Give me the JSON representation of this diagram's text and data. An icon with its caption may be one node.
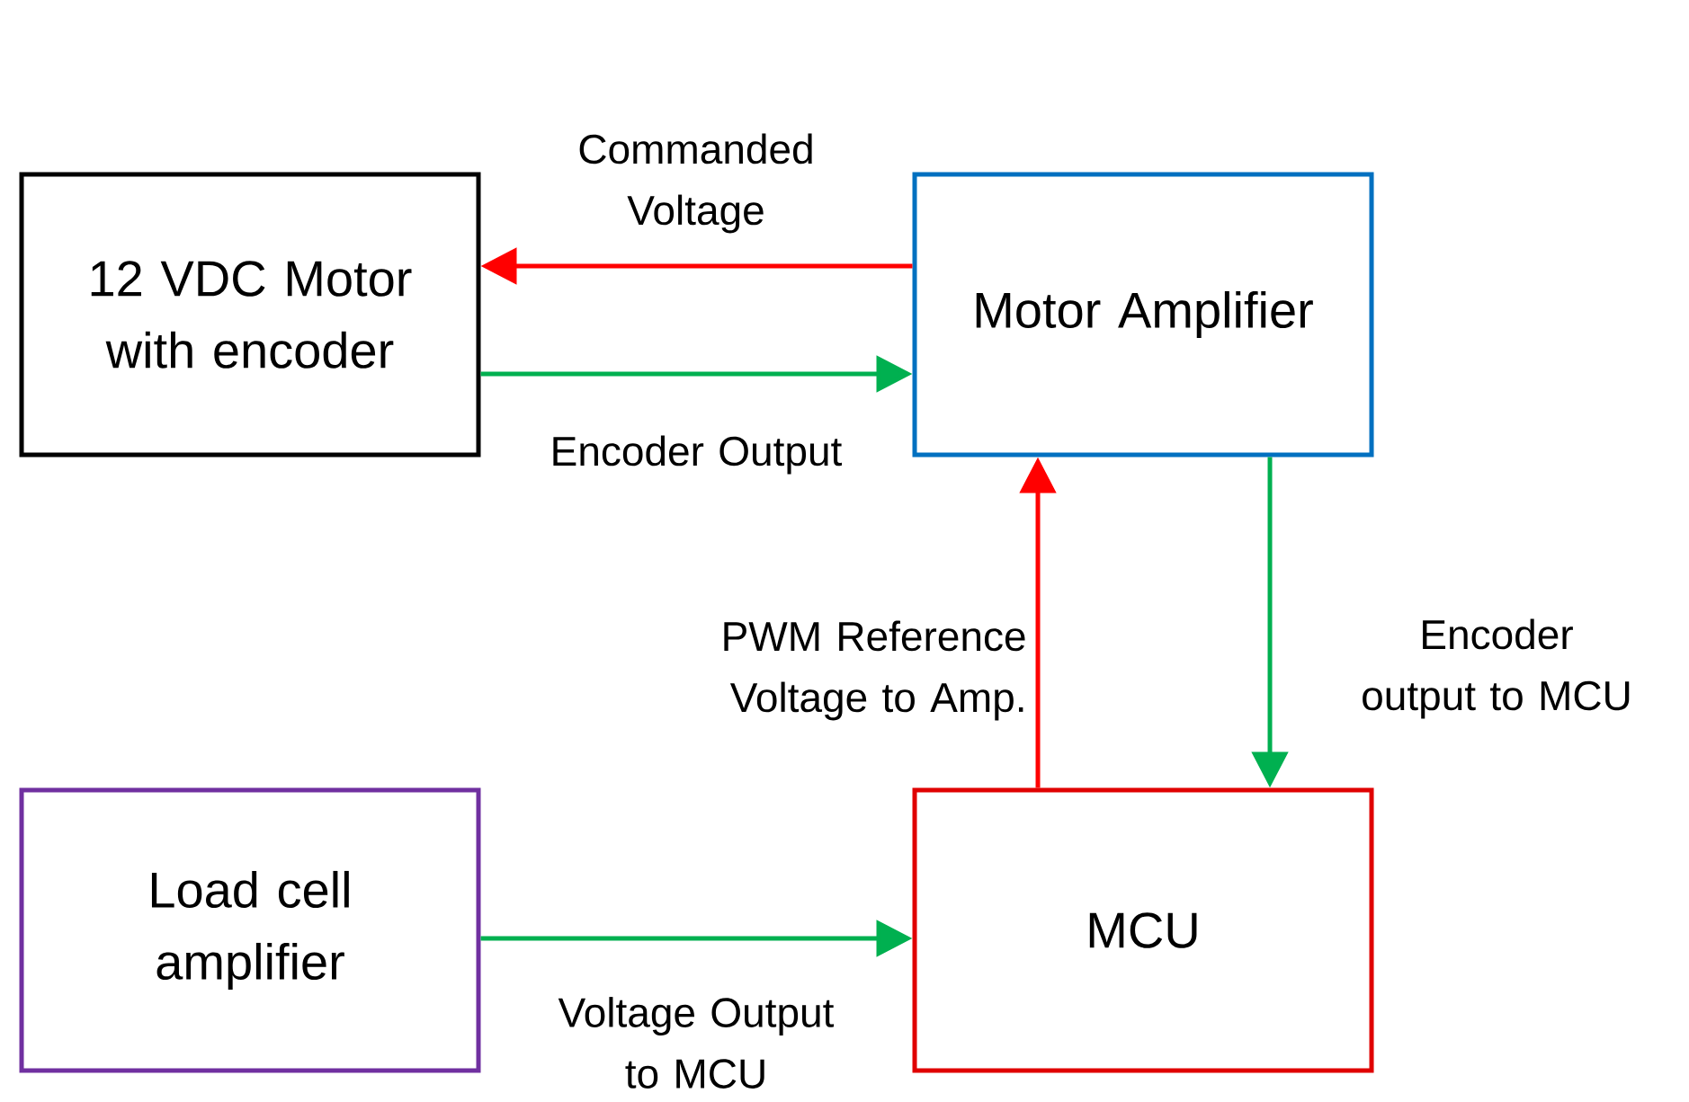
{
  "diagram": {
    "nodes": [
      {
        "text": [
          "12 VDC Motor with encoder"
        ]
      },
      {
        "text": [
          "Motor Amplifier"
        ]
      },
      {
        "text": [
          "Load cell amplifier"
        ]
      },
      {
        "text": [
          "MCU"
        ]
      }
    ],
    "edges": [
      {
        "from": 1,
        "to": 0,
        "arrow": "to",
        "label": "Commanded Voltage",
        "color": "#ff0000"
      },
      {
        "from": 0,
        "to": 1,
        "arrow": "to",
        "label": "Encoder Output"
      },
      {
        "from": 3,
        "to": 1,
        "arrow": "to",
        "label": "PWM Reference Voltage to Amp.",
        "color": "#ff0000"
      },
      {
        "from": 1,
        "to": 3,
        "arrow": "to",
        "label": "Encoder output to MCU"
      },
      {
        "from": 2,
        "to": 3,
        "arrow": "to",
        "label": "Voltage Output to MCU"
      }
    ]
  }
}
